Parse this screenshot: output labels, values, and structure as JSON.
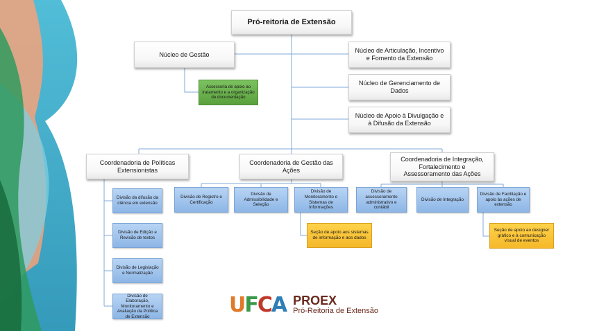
{
  "org_chart": {
    "top": "Pró-reitoria  de Extensão",
    "nucleo_gestao": "Núcleo de Gestão",
    "assessoria": "Assessoria de apoio ao tratamento e a organização de documentação",
    "nucleo_articulacao": "Núcleo de Articulação, Incentivo e Fomento da Extensão",
    "nucleo_gerenciamento": "Núcleo de Gerenciamento de Dados",
    "nucleo_divulgacao": "Núcleo de Apoio à Divulgação e à Difusão da Extensão",
    "coord_politicas": "Coordenadoria  de Políticas Extensionistas",
    "coord_gestao": "Coordenadoria  de Gestão das Ações",
    "coord_integracao": "Coordenadoria  de Integração, Fortalecimento e Assessoramento das Ações",
    "politicas_divisoes": [
      "Divisão da difusão da ciência em extensão",
      "Divisão de Edição e Revisão de textos",
      "Divisão de Legislação e Normalização",
      "Divisão de Elaboração, Monitoramento e Avaliação da Política de Extensão"
    ],
    "gestao_divisoes": [
      "Divisão de Registro e Certificação",
      "Divisão de Admissibilidade e Seleção",
      "Divisão de Monitoramento e Sistemas de Informações"
    ],
    "gestao_secao": "Seção de apoio aos sistemas de informação e aos dados",
    "integracao_divisoes": [
      "Divisão de assessoramento administrativo e contábil",
      "Divisão de Integração",
      "Divisão de Facilitação e apoio às ações de extensão"
    ],
    "integracao_secao": "Seção de apoio  ao designer gráfico e à comunicação visual de eventos"
  },
  "logo": {
    "mark_letters": [
      "U",
      "F",
      "C",
      "A"
    ],
    "mark_colors": [
      "#e07a2a",
      "#3a9a4a",
      "#c0392b",
      "#2e7fb5"
    ],
    "title": "PROEX",
    "subtitle": "Pró-Reitoria de Extensão"
  }
}
